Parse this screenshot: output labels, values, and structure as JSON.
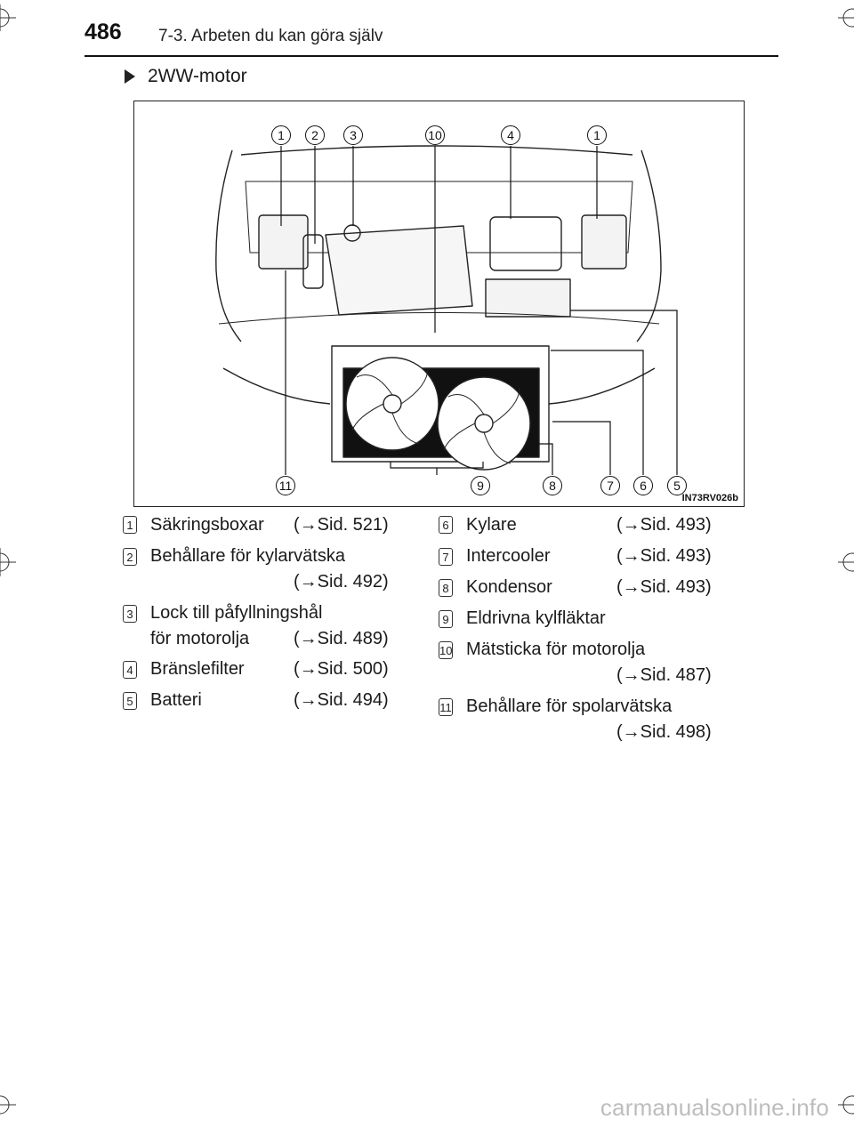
{
  "header": {
    "page_number": "486",
    "section_title": "7-3. Arbeten du kan göra själv"
  },
  "subsection": {
    "title": "2WW-motor"
  },
  "figure": {
    "code": "IN73RV026b",
    "callouts_top": [
      "1",
      "2",
      "3",
      "10",
      "4",
      "1"
    ],
    "callouts_bottom": [
      "11",
      "9",
      "8",
      "7",
      "6",
      "5"
    ]
  },
  "legend": {
    "left": [
      {
        "num": "1",
        "line1": "Säkringsboxar",
        "ref": "(→Sid. 521)"
      },
      {
        "num": "2",
        "line1": "Behållare för kylarvätska",
        "ref": "(→Sid. 492)"
      },
      {
        "num": "3",
        "line1": "Lock till påfyllningshål",
        "line2": "för motorolja",
        "ref": "(→Sid. 489)"
      },
      {
        "num": "4",
        "line1": "Bränslefilter",
        "ref": "(→Sid. 500)"
      },
      {
        "num": "5",
        "line1": "Batteri",
        "ref": "(→Sid. 494)"
      }
    ],
    "right": [
      {
        "num": "6",
        "line1": "Kylare",
        "ref": "(→Sid. 493)"
      },
      {
        "num": "7",
        "line1": "Intercooler",
        "ref": "(→Sid. 493)"
      },
      {
        "num": "8",
        "line1": "Kondensor",
        "ref": "(→Sid. 493)"
      },
      {
        "num": "9",
        "line1": "Eldrivna kylfläktar"
      },
      {
        "num": "10",
        "line1": "Mätsticka för motorolja",
        "ref": "(→Sid. 487)"
      },
      {
        "num": "11",
        "line1": "Behållare för spolarvätska",
        "ref": "(→Sid. 498)"
      }
    ]
  },
  "watermark": "carmanualsonline.info"
}
